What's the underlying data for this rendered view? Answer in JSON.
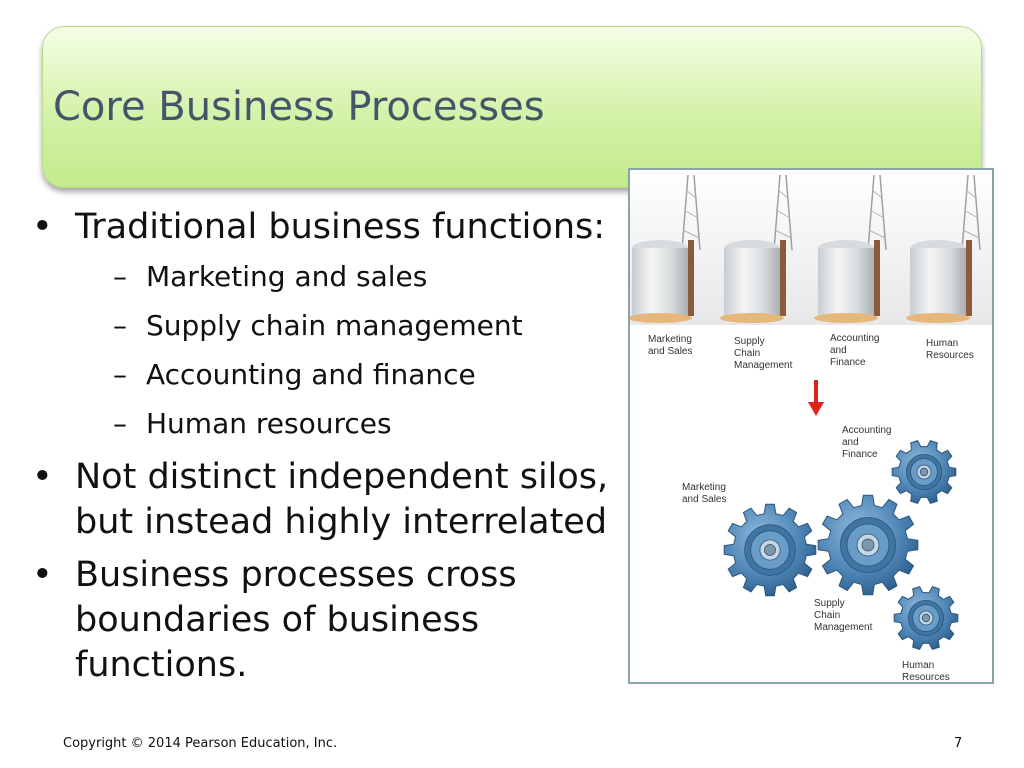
{
  "title": "Core Business Processes",
  "bullets": [
    {
      "text": "Traditional business functions:",
      "sub": [
        "Marketing and sales",
        "Supply chain management",
        "Accounting and finance",
        "Human resources"
      ]
    },
    {
      "text": "Not distinct independent silos, but instead highly interrelated",
      "sub": []
    },
    {
      "text": "Business processes cross boundaries of business functions.",
      "sub": []
    }
  ],
  "figure": {
    "silo_labels": [
      [
        "Marketing",
        "and Sales"
      ],
      [
        "Supply",
        "Chain",
        "Management"
      ],
      [
        "Accounting",
        "and",
        "Finance"
      ],
      [
        "Human",
        "Resources"
      ]
    ],
    "gear_labels": {
      "marketing": [
        "Marketing",
        "and Sales"
      ],
      "accounting": [
        "Accounting",
        "and",
        "Finance"
      ],
      "supply": [
        "Supply",
        "Chain",
        "Management"
      ],
      "human": [
        "Human",
        "Resources"
      ]
    },
    "arrow_color": "#e2231a",
    "gear_color": "#4f86b6"
  },
  "footer": {
    "copyright": "Copyright © 2014 Pearson Education, Inc.",
    "page": "7"
  }
}
